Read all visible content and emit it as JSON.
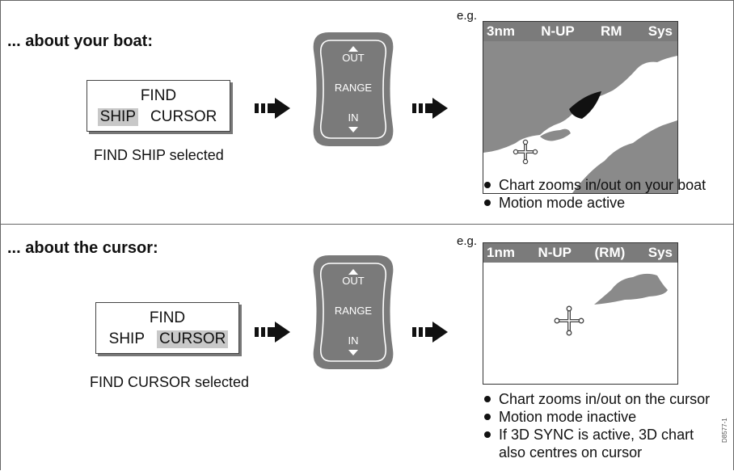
{
  "sections": [
    {
      "heading": "... about your boat:",
      "softkey": {
        "title": "FIND",
        "option1": "SHIP",
        "option2": "CURSOR",
        "selected": "option1"
      },
      "caption": "FIND SHIP selected",
      "knob": {
        "top_label": "OUT",
        "middle_label": "RANGE",
        "bottom_label": "IN"
      },
      "eg_label": "e.g.",
      "chart_bar": {
        "range": "3nm",
        "orientation": "N-UP",
        "motion": "RM",
        "sys": "Sys"
      },
      "bullets": [
        "Chart zooms in/out on your boat",
        "Motion mode active"
      ]
    },
    {
      "heading": "... about the cursor:",
      "softkey": {
        "title": "FIND",
        "option1": "SHIP",
        "option2": "CURSOR",
        "selected": "option2"
      },
      "caption": "FIND CURSOR selected",
      "knob": {
        "top_label": "OUT",
        "middle_label": "RANGE",
        "bottom_label": "IN"
      },
      "eg_label": "e.g.",
      "chart_bar": {
        "range": "1nm",
        "orientation": "N-UP",
        "motion": "(RM)",
        "sys": "Sys"
      },
      "bullets": [
        "Chart zooms in/out on the cursor",
        "Motion mode inactive",
        "If 3D SYNC is active, 3D chart",
        "also centres on cursor"
      ]
    }
  ],
  "figure_ref": "D8577-1",
  "colors": {
    "land": "#8a8a8a",
    "status_bar": "#7b7b7b",
    "knob": "#7a7a7a",
    "selected_key": "#c8c8c8"
  }
}
